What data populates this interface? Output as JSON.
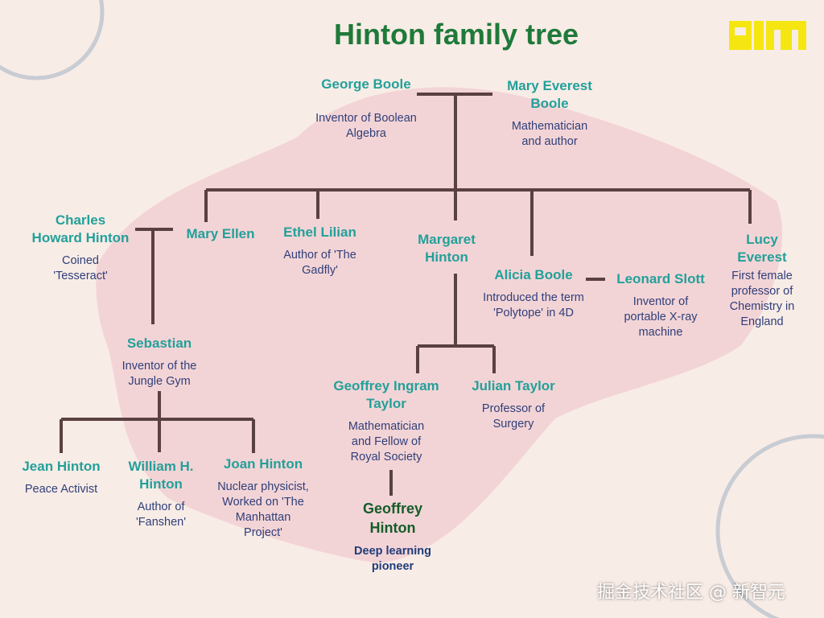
{
  "title": "Hinton family tree",
  "brand_color": "#f5e611",
  "line_color": "#5a4141",
  "people": {
    "george": {
      "name": "George Boole",
      "desc": "Inventor of Boolean\nAlgebra"
    },
    "mary_ev": {
      "name": "Mary Everest\nBoole",
      "desc": "Mathematician\nand author"
    },
    "charles": {
      "name": "Charles\nHoward Hinton",
      "desc": "Coined\n'Tesseract'"
    },
    "mary_ellen": {
      "name": "Mary Ellen",
      "desc": ""
    },
    "ethel": {
      "name": "Ethel Lilian",
      "desc": "Author of 'The\nGadfly'"
    },
    "margaret": {
      "name": "Margaret\nHinton",
      "desc": ""
    },
    "alicia": {
      "name": "Alicia Boole",
      "desc": "Introduced the term\n'Polytope' in 4D"
    },
    "leonard": {
      "name": "Leonard Slott",
      "desc": "Inventor of\nportable X-ray\nmachine"
    },
    "lucy": {
      "name": "Lucy\nEverest",
      "desc": "First female\nprofessor of\nChemistry in\nEngland"
    },
    "sebastian": {
      "name": "Sebastian",
      "desc": "Inventor of the\nJungle Gym"
    },
    "geoffrey_t": {
      "name": "Geoffrey Ingram\nTaylor",
      "desc": "Mathematician\nand Fellow of\nRoyal Society"
    },
    "julian": {
      "name": "Julian Taylor",
      "desc": "Professor of\nSurgery"
    },
    "jean": {
      "name": "Jean Hinton",
      "desc": "Peace Activist"
    },
    "william": {
      "name": "William H.\nHinton",
      "desc": "Author of\n'Fanshen'"
    },
    "joan": {
      "name": "Joan Hinton",
      "desc": "Nuclear physicist,\nWorked on 'The\nManhattan\nProject'"
    },
    "geoffrey_h": {
      "name": "Geoffrey\nHinton",
      "desc": "Deep learning\npioneer"
    }
  },
  "watermark": "掘金技术社区 @ 新智元"
}
